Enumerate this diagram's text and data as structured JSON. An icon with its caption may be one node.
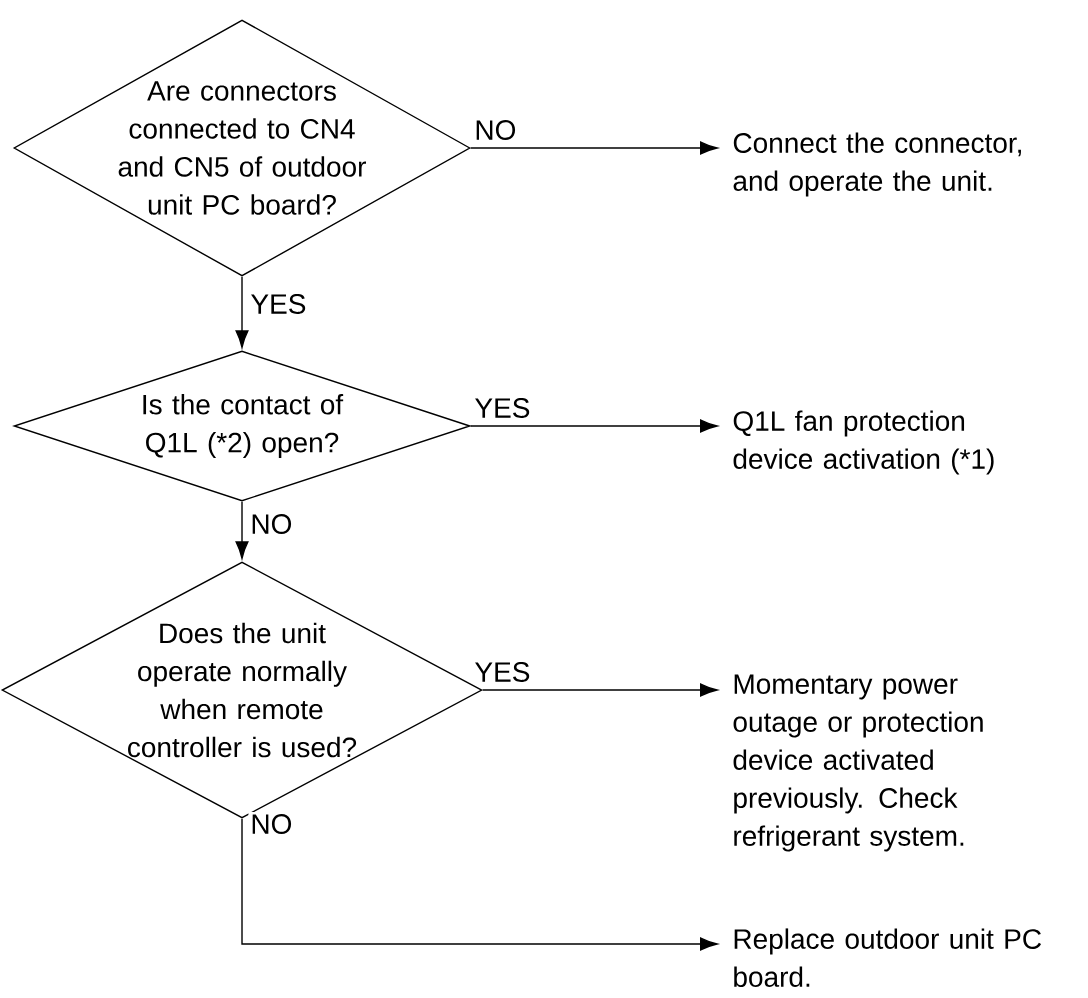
{
  "diagram": {
    "nodes": [
      {
        "text": [
          "Are connectors connected to CN4 and CN5 of outdoor unit PC board?"
        ]
      },
      {
        "text": [
          "Connect the connector, and operate the unit."
        ]
      },
      {
        "text": [
          "Is the contact of Q1L (*2) open?"
        ]
      },
      {
        "text": [
          "Q1L fan protection device activation (*1)"
        ]
      },
      {
        "text": [
          "Does the unit operate normally when remote controller is used?"
        ]
      },
      {
        "text": [
          "Momentary power outage or protection device activated previously. Check refrigerant system."
        ]
      },
      {
        "text": [
          "Replace outdoor unit PC board."
        ]
      }
    ],
    "edges": [
      {
        "from": 0,
        "to": 1,
        "arrow": "to",
        "label": "NO"
      },
      {
        "from": 0,
        "to": 2,
        "arrow": "to",
        "label": "YES"
      },
      {
        "from": 2,
        "to": 3,
        "arrow": "to",
        "label": "YES"
      },
      {
        "from": 2,
        "to": 4,
        "arrow": "to",
        "label": "NO"
      },
      {
        "from": 4,
        "to": 5,
        "arrow": "to",
        "label": "YES"
      },
      {
        "from": 4,
        "to": 6,
        "arrow": "to",
        "label": "NO"
      }
    ]
  }
}
